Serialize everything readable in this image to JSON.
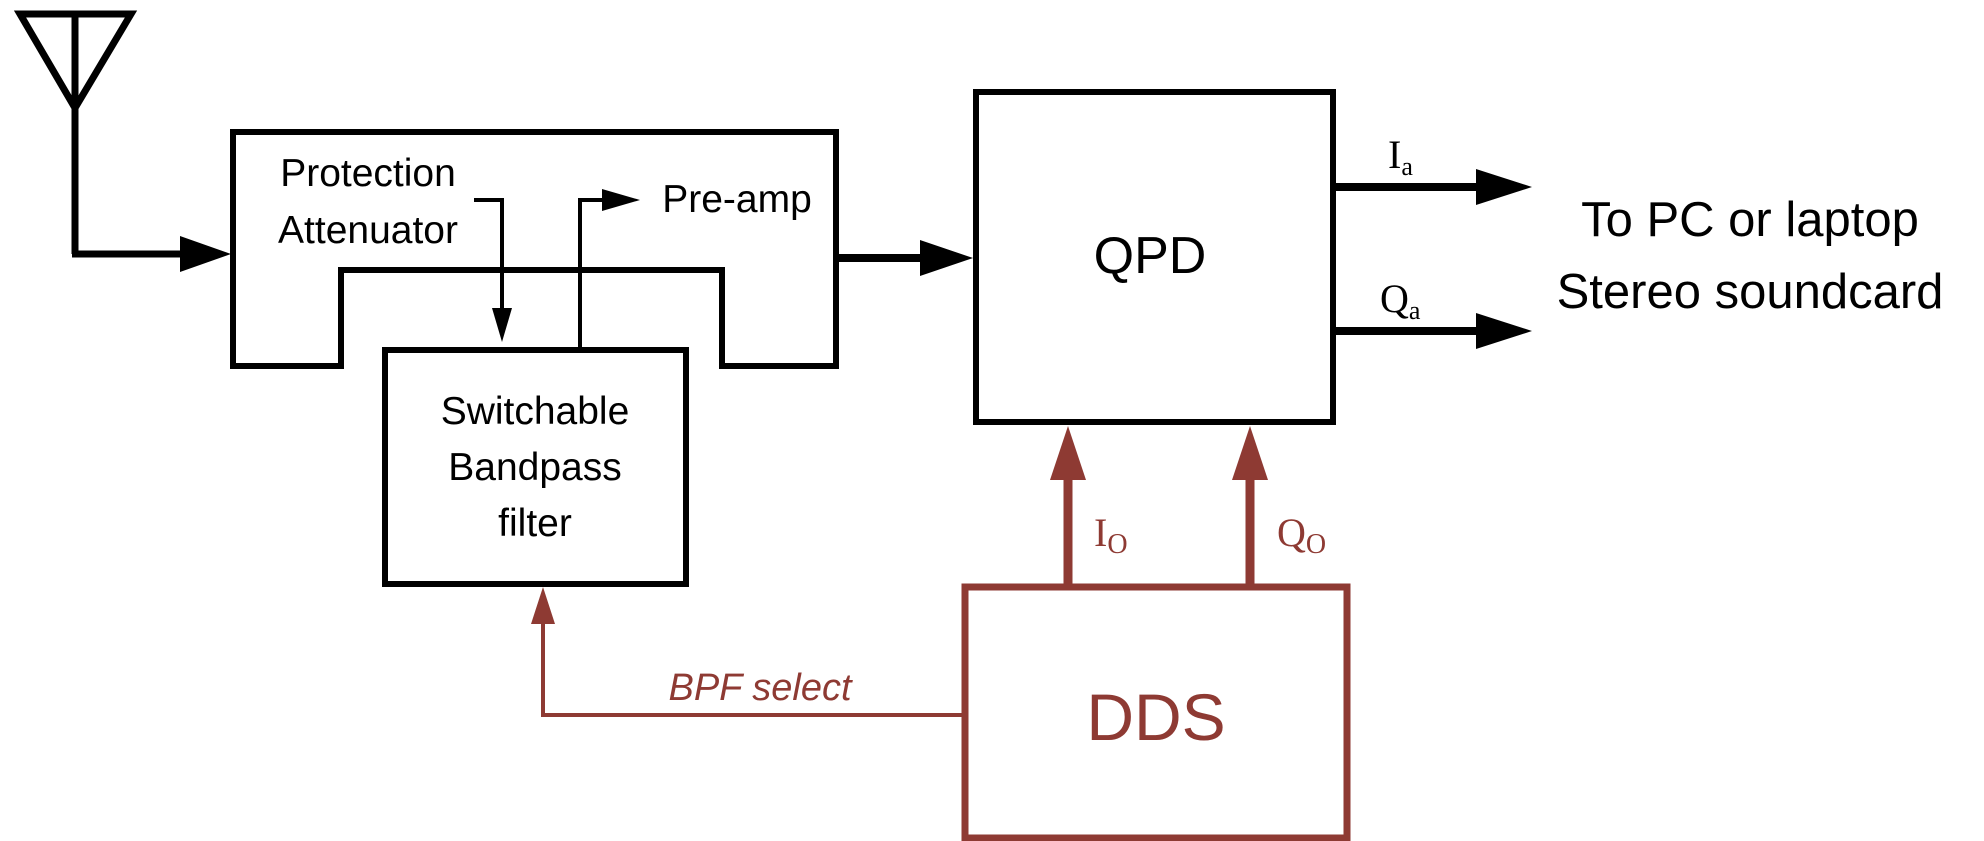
{
  "colors": {
    "black": "#000000",
    "dds_red": "#8e3a33"
  },
  "icons": {
    "antenna": "antenna-icon"
  },
  "frontend": {
    "protection_line1": "Protection",
    "protection_line2": "Attenuator",
    "preamp": "Pre-amp"
  },
  "bpf": {
    "line1": "Switchable",
    "line2": "Bandpass",
    "line3": "filter"
  },
  "qpd": {
    "label": "QPD"
  },
  "dds": {
    "label": "DDS"
  },
  "signals": {
    "ia_main": "I",
    "ia_sub": "a",
    "qa_main": "Q",
    "qa_sub": "a",
    "io_main": "I",
    "io_sub": "O",
    "qo_main": "Q",
    "qo_sub": "O",
    "bpf_select": "BPF select"
  },
  "output": {
    "line1": "To PC or laptop",
    "line2": "Stereo soundcard"
  }
}
